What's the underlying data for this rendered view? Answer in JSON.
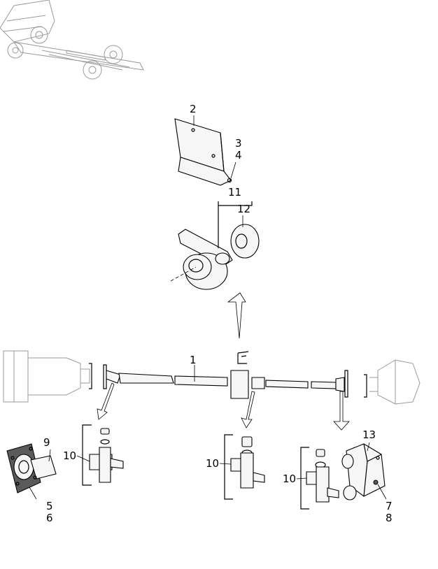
{
  "diagram": {
    "callouts": {
      "c1": "1",
      "c2": "2",
      "c3": "3",
      "c4": "4",
      "c5": "5",
      "c6": "6",
      "c7": "7",
      "c8": "8",
      "c9": "9",
      "c10a": "10",
      "c10b": "10",
      "c10c": "10",
      "c11": "11",
      "c12": "12",
      "c13": "13"
    }
  }
}
